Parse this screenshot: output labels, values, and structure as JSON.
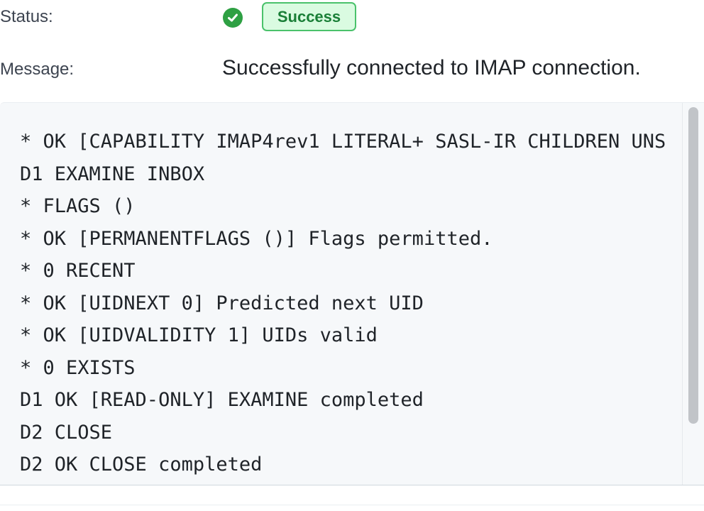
{
  "status": {
    "label": "Status:",
    "icon": "check-circle-icon",
    "badge_text": "Success",
    "colors": {
      "success_green": "#2ea043",
      "badge_bg": "#dafbe1",
      "badge_text": "#1a7f37"
    }
  },
  "message": {
    "label": "Message:",
    "text": "Successfully connected to IMAP connection."
  },
  "log": {
    "lines": [
      "* OK [CAPABILITY IMAP4rev1 LITERAL+ SASL-IR CHILDREN UNS",
      "D1 EXAMINE INBOX",
      "* FLAGS ()",
      "* OK [PERMANENTFLAGS ()] Flags permitted.",
      "* 0 RECENT",
      "* OK [UIDNEXT 0] Predicted next UID",
      "* OK [UIDVALIDITY 1] UIDs valid",
      "* 0 EXISTS",
      "D1 OK [READ-ONLY] EXAMINE completed",
      "D2 CLOSE",
      "D2 OK CLOSE completed"
    ]
  }
}
